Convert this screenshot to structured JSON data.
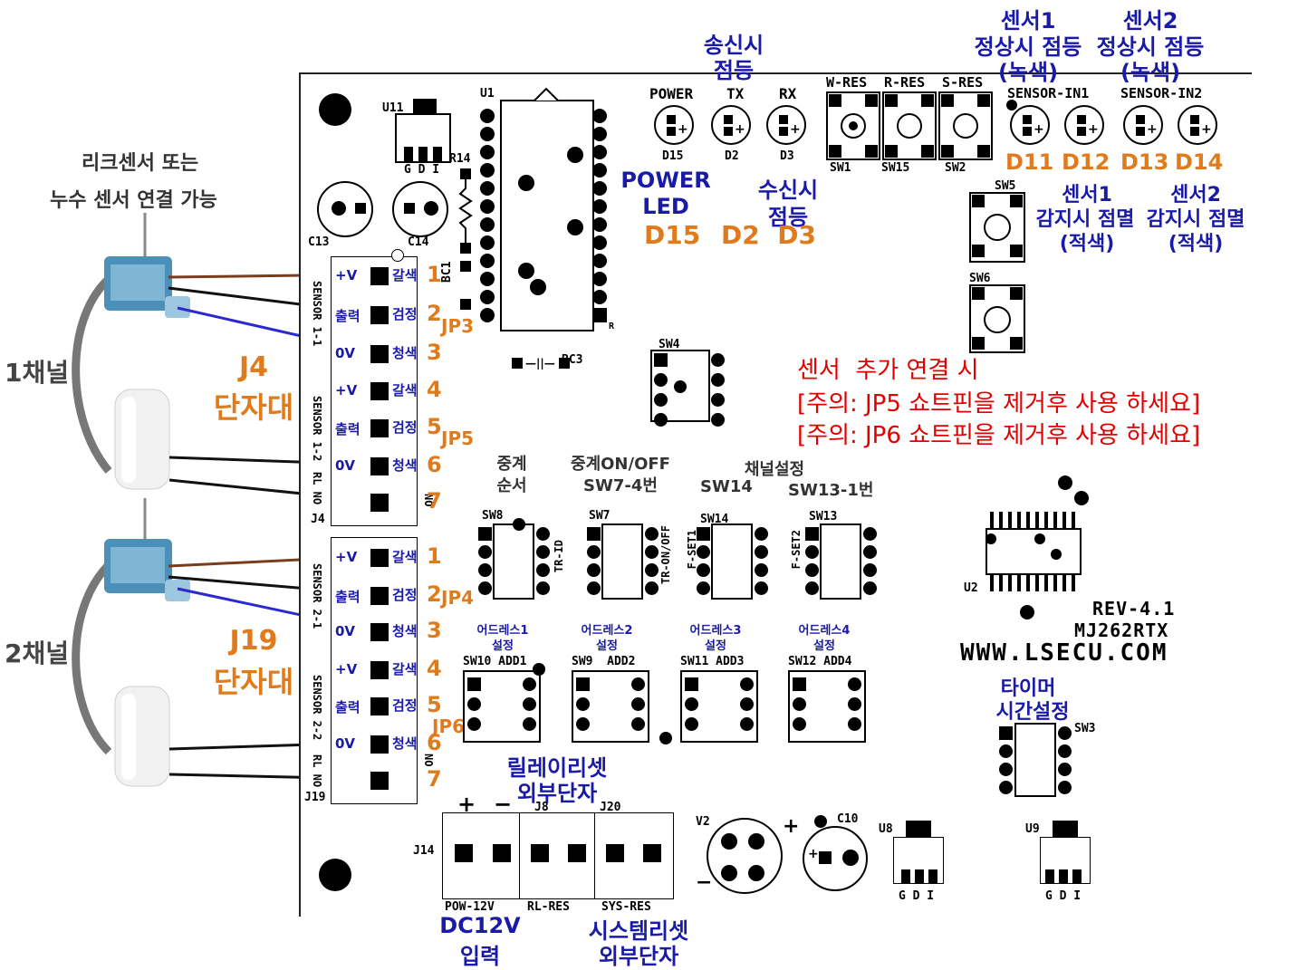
{
  "left_notes": {
    "leak_sensor_line1": "리크센서 또는",
    "leak_sensor_line2": "누수 센서 연결 가능",
    "channel1": "1채널",
    "channel2": "2채널"
  },
  "terminal_blocks": {
    "j4_label": "J4",
    "j4_sub": "단자대",
    "j19_label": "J19",
    "j19_sub": "단자대",
    "pins": [
      {
        "sig": "+V",
        "wire": "갈색",
        "num": "1"
      },
      {
        "sig": "출력",
        "wire": "검정",
        "num": "2"
      },
      {
        "sig": "0V",
        "wire": "청색",
        "num": "3"
      },
      {
        "sig": "+V",
        "wire": "갈색",
        "num": "4"
      },
      {
        "sig": "출력",
        "wire": "검정",
        "num": "5"
      },
      {
        "sig": "0V",
        "wire": "청색",
        "num": "6"
      },
      {
        "sig": "",
        "wire": "",
        "num": "7"
      }
    ],
    "jp3": "JP3",
    "jp5": "JP5",
    "jp4": "JP4",
    "jp6": "JP6",
    "sensor_1_1": "SENSOR 1-1",
    "sensor_1_2": "SENSOR 1-2",
    "sensor_2_1": "SENSOR 2-1",
    "sensor_2_2": "SENSOR 2-2",
    "rl_no": "RL NO",
    "no": "NO",
    "j4_silk": "J4",
    "j19_silk": "J19"
  },
  "top_labels": {
    "tx_note_line1": "송신시",
    "tx_note_line2": "점등",
    "sensor1_line1": "센서1",
    "sensor1_line2": "정상시 점등",
    "sensor1_line3": "(녹색)",
    "sensor2_line1": "센서2",
    "sensor2_line2": "정상시 점등",
    "sensor2_line3": "(녹색)",
    "power": "POWER",
    "tx": "TX",
    "rx": "RX",
    "w_res": "W-RES",
    "r_res": "R-RES",
    "s_res": "S-RES",
    "sensor_in1": "SENSOR-IN1",
    "sensor_in2": "SENSOR-IN2",
    "d15": "D15",
    "d2": "D2",
    "d3": "D3",
    "sw1": "SW1",
    "sw15": "SW15",
    "sw2": "SW2",
    "d11": "D11",
    "d12": "D12",
    "d13": "D13",
    "d14": "D14"
  },
  "mid_labels": {
    "power_led_1": "POWER",
    "power_led_2": "LED",
    "power_led_3": "D15",
    "rx_note_1": "수신시",
    "rx_note_2": "점등",
    "d2_d3": "D2  D3",
    "sensor1_off_1": "센서1",
    "sensor1_off_2": "감지시 점멸",
    "sensor1_off_3": "(적색)",
    "sensor2_off_1": "센서2",
    "sensor2_off_2": "감지시 점멸",
    "sensor2_off_3": "(적색)",
    "sw5": "SW5",
    "sw6": "SW6",
    "sw4": "SW4",
    "bc1": "BC1",
    "bc3": "BC3",
    "r14": "R14",
    "u1": "U1",
    "u11": "U11",
    "gdi": "G D I",
    "c13": "C13",
    "c14": "C14",
    "r_mark": "R"
  },
  "warnings": {
    "line1": "센서  추가 연결 시",
    "line2": "[주의: JP5 쇼트핀을 제거후 사용 하세요]",
    "line3": "[주의: JP6 쇼트핀을 제거후 사용 하세요]"
  },
  "switch_labels": {
    "relay_order_1": "중계",
    "relay_order_2": "순서",
    "relay_onoff_1": "중계ON/OFF",
    "relay_onoff_2": "SW7-4번",
    "channel_set_1": "채널설정",
    "channel_set_2a": "SW14",
    "channel_set_2b": "SW13-1번",
    "sw8": "SW8",
    "sw7": "SW7",
    "sw14": "SW14",
    "sw13": "SW13",
    "tr_id": "TR-ID",
    "tr_onoff": "TR-ON/OFF",
    "f_set1": "F-SET1",
    "f_set2": "F-SET2",
    "addr1_1": "어드레스1",
    "addr1_2": "설정",
    "addr2_1": "어드레스2",
    "addr2_2": "설정",
    "addr3_1": "어드레스3",
    "addr3_2": "설정",
    "addr4_1": "어드레스4",
    "addr4_2": "설정",
    "sw10": "SW10 ADD1",
    "sw9": "SW9  ADD2",
    "sw11": "SW11 ADD3",
    "sw12": "SW12 ADD4"
  },
  "right_labels": {
    "u2": "U2",
    "rev": "REV-4.1",
    "model": "MJ262RTX",
    "url": "WWW.LSECU.COM",
    "timer_1": "타이머",
    "timer_2": "시간설정",
    "sw3": "SW3",
    "u8": "U8",
    "u9": "U9",
    "gdi": "G D I"
  },
  "bottom_labels": {
    "relay_reset_1": "릴레이리셋",
    "relay_reset_2": "외부단자",
    "plus": "+",
    "minus": "−",
    "j8": "J8",
    "j20": "J20",
    "j14": "J14",
    "pow12v": "POW-12V",
    "rl_res": "RL-RES",
    "sys_res": "SYS-RES",
    "dc12v_1": "DC12V",
    "dc12v_2": "입력",
    "sys_reset_1": "시스템리셋",
    "sys_reset_2": "외부단자",
    "v2": "V2",
    "c10": "C10",
    "v2_plus": "+",
    "v2_minus": "−"
  },
  "colors": {
    "orange": "#e07b1c",
    "blue": "#1a1aa8",
    "red": "#e00000",
    "wire_brown": "#7a3d1c",
    "wire_blue": "#2a2ad0",
    "wire_black": "#111111"
  }
}
